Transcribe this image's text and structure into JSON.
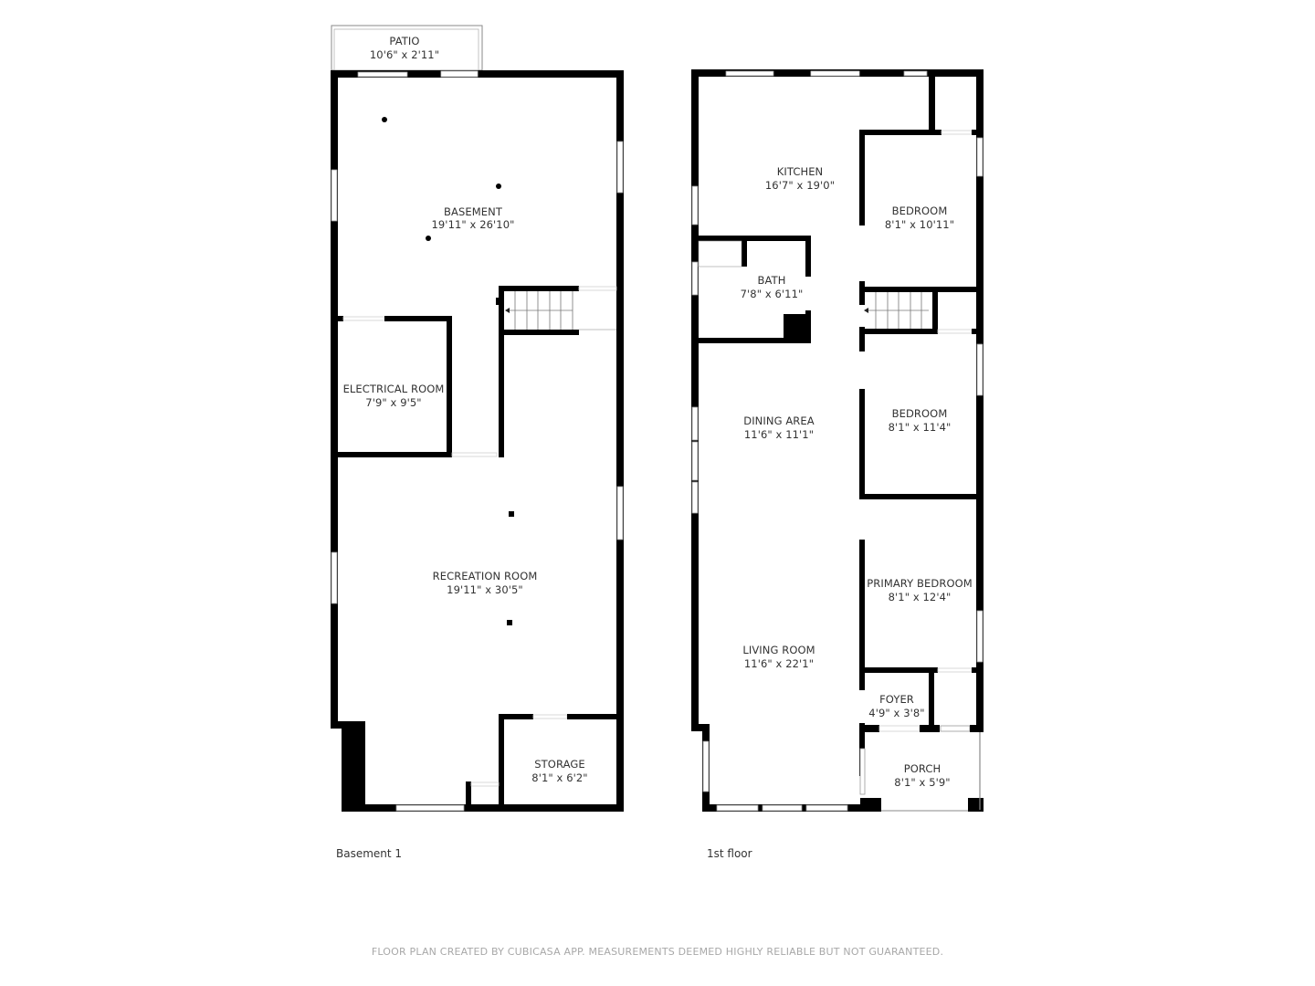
{
  "floors": [
    {
      "name": "Basement 1",
      "rooms": [
        {
          "name": "PATIO",
          "dims": "10'6\" x 2'11\""
        },
        {
          "name": "BASEMENT",
          "dims": "19'11\" x 26'10\""
        },
        {
          "name": "ELECTRICAL ROOM",
          "dims": "7'9\" x 9'5\""
        },
        {
          "name": "RECREATION ROOM",
          "dims": "19'11\" x 30'5\""
        },
        {
          "name": "STORAGE",
          "dims": "8'1\" x 6'2\""
        }
      ]
    },
    {
      "name": "1st floor",
      "rooms": [
        {
          "name": "KITCHEN",
          "dims": "16'7\" x 19'0\""
        },
        {
          "name": "BEDROOM",
          "dims": "8'1\" x 10'11\""
        },
        {
          "name": "BATH",
          "dims": "7'8\" x 6'11\""
        },
        {
          "name": "DINING AREA",
          "dims": "11'6\" x 11'1\""
        },
        {
          "name": "BEDROOM",
          "dims": "8'1\" x 11'4\""
        },
        {
          "name": "PRIMARY BEDROOM",
          "dims": "8'1\" x 12'4\""
        },
        {
          "name": "LIVING ROOM",
          "dims": "11'6\" x 22'1\""
        },
        {
          "name": "FOYER",
          "dims": "4'9\" x 3'8\""
        },
        {
          "name": "PORCH",
          "dims": "8'1\" x 5'9\""
        }
      ]
    }
  ],
  "footer": {
    "disclaimer": "FLOOR PLAN CREATED BY CUBICASA APP. MEASUREMENTS DEEMED HIGHLY RELIABLE BUT NOT GUARANTEED."
  },
  "colors": {
    "wall": "#000000",
    "text": "#333333",
    "footer_text": "#a8a8a8",
    "background": "#ffffff"
  }
}
